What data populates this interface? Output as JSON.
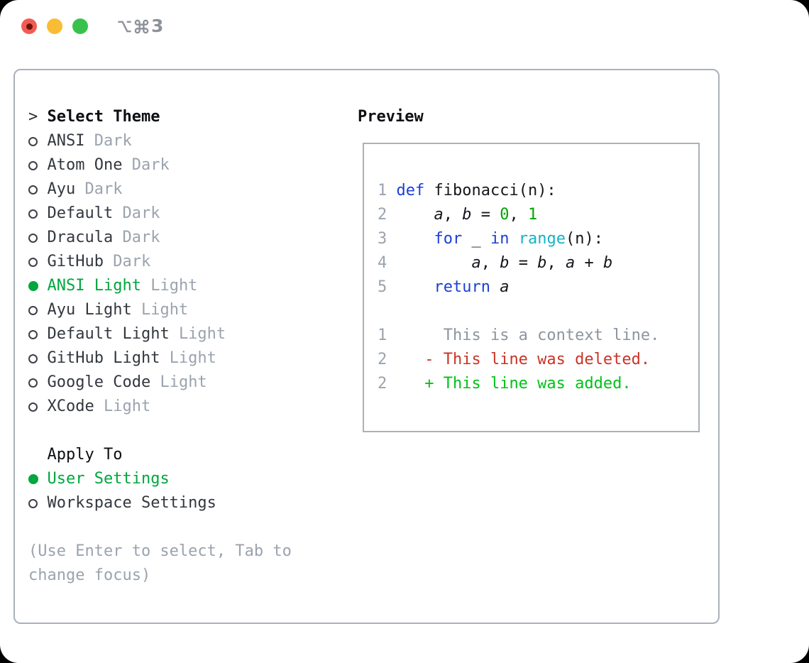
{
  "titlebar": {
    "title": "⌥⌘3",
    "title_number": "3",
    "buttons": {
      "close": "close",
      "minimize": "minimize",
      "zoom": "zoom"
    }
  },
  "theme_selector": {
    "header_prefix": ">",
    "header": "Select Theme",
    "items": [
      {
        "label": "ANSI",
        "variant": "Dark",
        "selected": false
      },
      {
        "label": "Atom One",
        "variant": "Dark",
        "selected": false
      },
      {
        "label": "Ayu",
        "variant": "Dark",
        "selected": false
      },
      {
        "label": "Default",
        "variant": "Dark",
        "selected": false
      },
      {
        "label": "Dracula",
        "variant": "Dark",
        "selected": false
      },
      {
        "label": "GitHub",
        "variant": "Dark",
        "selected": false
      },
      {
        "label": "ANSI Light",
        "variant": "Light",
        "selected": true
      },
      {
        "label": "Ayu Light",
        "variant": "Light",
        "selected": false
      },
      {
        "label": "Default Light",
        "variant": "Light",
        "selected": false
      },
      {
        "label": "GitHub Light",
        "variant": "Light",
        "selected": false
      },
      {
        "label": "Google Code",
        "variant": "Light",
        "selected": false
      },
      {
        "label": "XCode",
        "variant": "Light",
        "selected": false
      }
    ]
  },
  "apply_to": {
    "header": "Apply To",
    "options": [
      {
        "label": "User Settings",
        "selected": true
      },
      {
        "label": "Workspace Settings",
        "selected": false
      }
    ]
  },
  "hint": {
    "line1": "(Use Enter to select, Tab to",
    "line2": "change focus)"
  },
  "preview": {
    "header": "Preview",
    "lines": [
      {
        "num": "1",
        "segments": [
          [
            "kw",
            "def"
          ],
          [
            "pl",
            " fibonacci(n):"
          ]
        ]
      },
      {
        "num": "2",
        "segments": [
          [
            "pl",
            "    "
          ],
          [
            "var",
            "a"
          ],
          [
            "pl",
            ", "
          ],
          [
            "var",
            "b"
          ],
          [
            "pl",
            " = "
          ],
          [
            "numlit",
            "0"
          ],
          [
            "pl",
            ", "
          ],
          [
            "numlit",
            "1"
          ]
        ]
      },
      {
        "num": "3",
        "segments": [
          [
            "pl",
            "    "
          ],
          [
            "kw",
            "for"
          ],
          [
            "pl",
            " _ "
          ],
          [
            "kw",
            "in"
          ],
          [
            "pl",
            " "
          ],
          [
            "fn",
            "range"
          ],
          [
            "pl",
            "(n):"
          ]
        ]
      },
      {
        "num": "4",
        "segments": [
          [
            "pl",
            "        "
          ],
          [
            "var",
            "a"
          ],
          [
            "pl",
            ", "
          ],
          [
            "var",
            "b"
          ],
          [
            "pl",
            " = "
          ],
          [
            "var",
            "b"
          ],
          [
            "pl",
            ", "
          ],
          [
            "var",
            "a"
          ],
          [
            "pl",
            " + "
          ],
          [
            "var",
            "b"
          ]
        ]
      },
      {
        "num": "5",
        "segments": [
          [
            "pl",
            "    "
          ],
          [
            "kw",
            "return"
          ],
          [
            "pl",
            " "
          ],
          [
            "var",
            "a"
          ]
        ]
      },
      {
        "num": "",
        "segments": []
      },
      {
        "num": "1",
        "segments": [
          [
            "ctx",
            "     This is a context line."
          ]
        ]
      },
      {
        "num": "2",
        "segments": [
          [
            "del",
            "   - This line was deleted."
          ]
        ]
      },
      {
        "num": "2",
        "segments": [
          [
            "add",
            "   + This line was added."
          ]
        ]
      }
    ]
  },
  "colors": {
    "accent_green": "#00a63e",
    "keyword_blue": "#1b3fd8",
    "function_cyan": "#16b3c4",
    "number_green": "#00a300",
    "added_green": "#00c218",
    "deleted_red": "#ca3327",
    "muted_gray": "#9ba3ae",
    "border_gray": "#aab1bb",
    "traffic_red": "#f25b52",
    "traffic_yellow": "#f8bd35",
    "traffic_green": "#38c24c"
  }
}
